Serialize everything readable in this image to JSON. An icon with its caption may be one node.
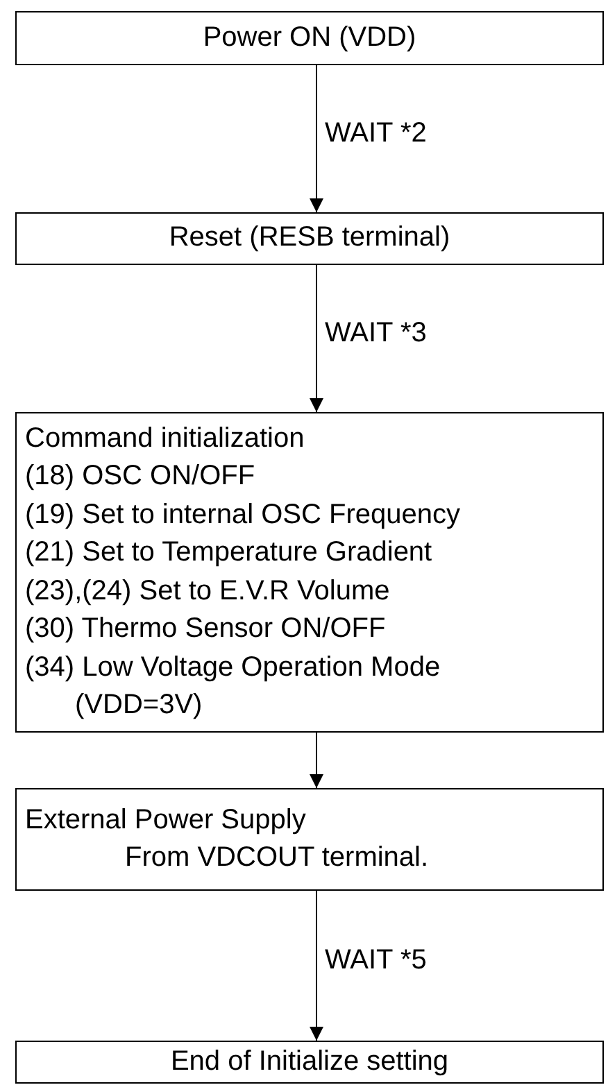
{
  "diagram": {
    "nodes": [
      {
        "text": [
          "Power ON (VDD)"
        ]
      },
      {
        "text": [
          "Reset (RESB terminal)"
        ]
      },
      {
        "text": [
          "Command initialization",
          "(18) OSC ON/OFF",
          "(19) Set to internal OSC Frequency",
          "(21) Set to Temperature Gradient",
          "(23),(24) Set to E.V.R Volume",
          "(30) Thermo Sensor ON/OFF",
          "(34) Low Voltage Operation Mode",
          "(VDD=3V)"
        ]
      },
      {
        "text": [
          "External Power Supply",
          "From VDCOUT terminal."
        ]
      },
      {
        "text": [
          "End of Initialize setting"
        ]
      }
    ],
    "edges": [
      {
        "from": 0,
        "to": 1,
        "arrow": "to",
        "label": "WAIT *2"
      },
      {
        "from": 1,
        "to": 2,
        "arrow": "to",
        "label": "WAIT *3"
      },
      {
        "from": 2,
        "to": 3,
        "arrow": "to"
      },
      {
        "from": 3,
        "to": 4,
        "arrow": "to",
        "label": "WAIT *5"
      }
    ]
  }
}
